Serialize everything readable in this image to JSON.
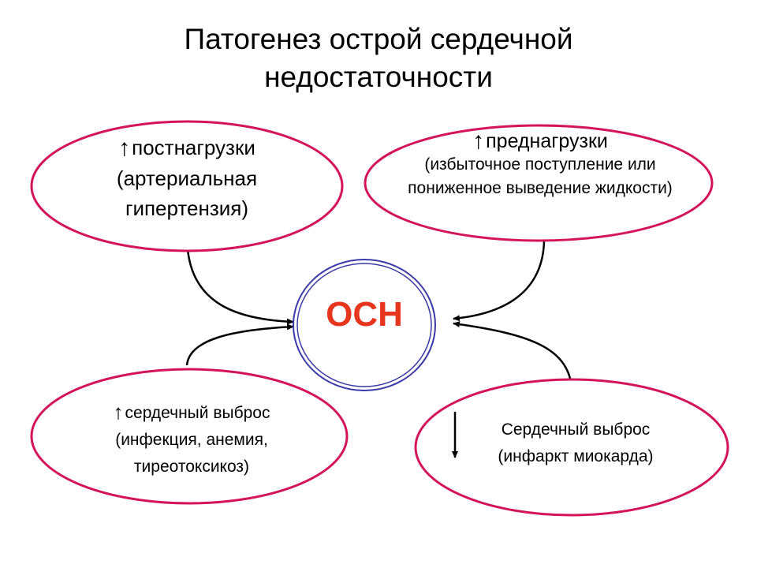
{
  "title": {
    "line1": "Патогенез острой сердечной",
    "line2": "недостаточности"
  },
  "center": {
    "label": "ОСН"
  },
  "nodes": {
    "afterload": {
      "arrow": "↑",
      "heading": "постнагрузки",
      "line2": "(артериальная",
      "line3": "гипертензия)"
    },
    "preload": {
      "arrow": "↑",
      "heading": "преднагрузки",
      "line2": "(избыточное поступление  или",
      "line3": "пониженное выведение жидкости)"
    },
    "cardiac_output_up": {
      "arrow": "↑",
      "heading": "сердечный выброс",
      "line2": "(инфекция, анемия,",
      "line3": "тиреотоксикоз)"
    },
    "cardiac_output_down": {
      "heading": "Сердечный выброс",
      "line2": "(инфаркт миокарда)"
    }
  },
  "colors": {
    "ellipse_border": "#d4145a",
    "center_border": "#3a3aa8",
    "center_text": "#e8351e",
    "arrows": "#000000"
  }
}
